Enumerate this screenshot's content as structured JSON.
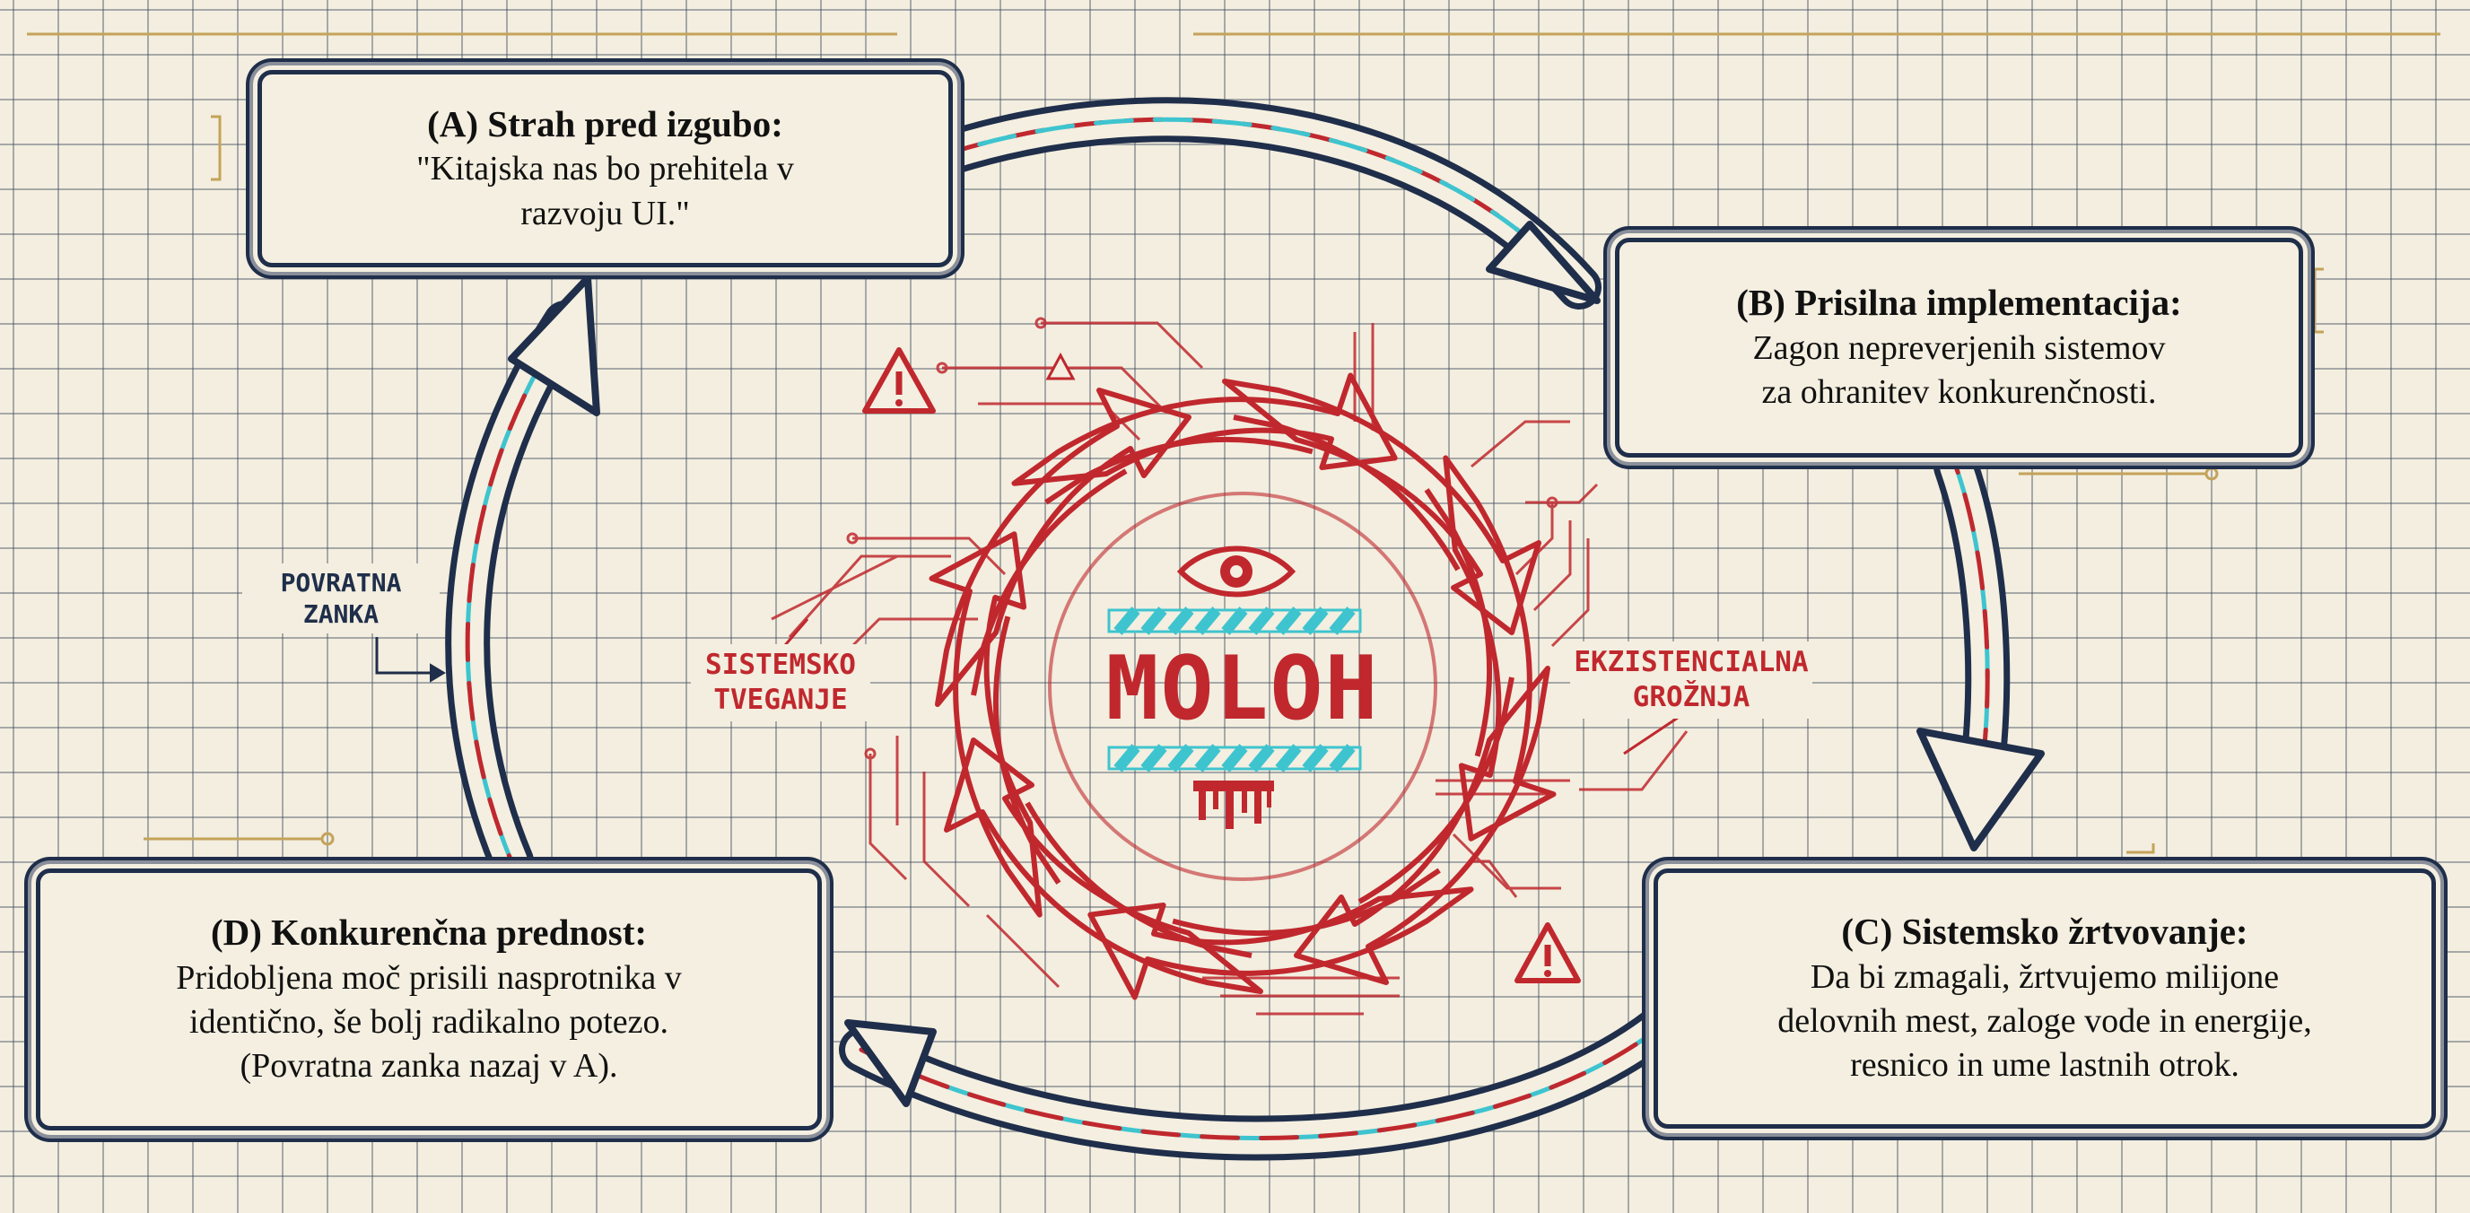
{
  "boxes": {
    "a": {
      "title": "(A) Strah pred izgubo:",
      "line1": "\"Kitajska nas bo prehitela v",
      "line2": "razvoju UI.\""
    },
    "b": {
      "title": "(B) Prisilna implementacija:",
      "line1": "Zagon nepreverjenih sistemov",
      "line2": "za ohranitev konkurenčnosti."
    },
    "c": {
      "title": "(C) Sistemsko žrtvovanje:",
      "line1": "Da bi zmagali, žrtvujemo milijone",
      "line2": "delovnih mest, zaloge vode in energije,",
      "line3": "resnico in ume lastnih otrok."
    },
    "d": {
      "title": "(D) Konkurenčna prednost:",
      "line1": "Pridobljena moč prisili nasprotnika v",
      "line2": "identično, še bolj radikalno potezo.",
      "line3": "(Povratna zanka nazaj v A)."
    }
  },
  "center": {
    "label": "MOLOH"
  },
  "labels": {
    "feedback_1": "POVRATNA",
    "feedback_2": "ZANKA",
    "risk_1": "SISTEMSKO",
    "risk_2": "TVEGANJE",
    "threat_1": "EKZISTENCIALNA",
    "threat_2": "GROŽNJA"
  },
  "colors": {
    "navy": "#1f2e4a",
    "crimson": "#c0282e",
    "cyan": "#3ec4cf",
    "paper": "#f4efe0",
    "grid": "#3c485c"
  },
  "icons": [
    "eye-icon",
    "warning-icon",
    "warning-icon-small"
  ]
}
